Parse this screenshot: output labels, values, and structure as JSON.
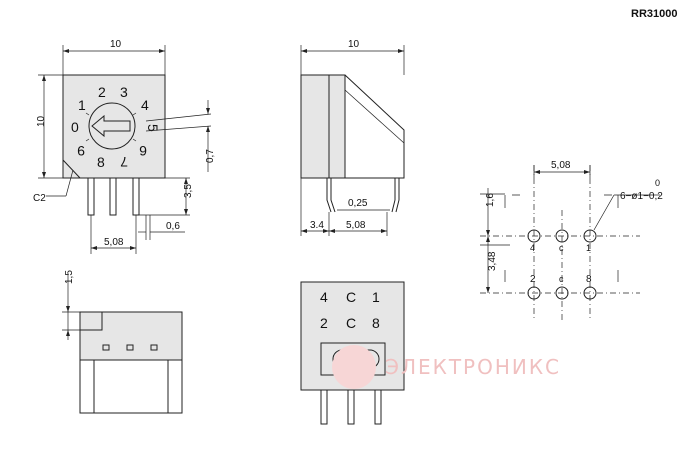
{
  "title": "RR31000",
  "watermark": "ЭЛЕКТРОНИКС",
  "front_view": {
    "width_label": "10",
    "height_label": "10",
    "pitch_label": "5,08",
    "pin_height_label": "3,5",
    "pin_width_label": "0,6",
    "offset_label": "0,7",
    "chamfer_label": "C2",
    "dial_digits": [
      "0",
      "1",
      "2",
      "3",
      "4",
      "5",
      "6",
      "7",
      "8",
      "9"
    ]
  },
  "side_view": {
    "width_label": "10",
    "thickness_label": "0,25",
    "left_label": "3.4",
    "right_label": "5,08"
  },
  "footprint": {
    "pitch_label": "5,08",
    "top_label": "1,6",
    "row_label": "3,48",
    "hole_label": "6−ø1−0,2",
    "hole_tol": "0",
    "top_row": [
      "4",
      "c",
      "1"
    ],
    "bottom_row": [
      "2",
      "c",
      "8"
    ]
  },
  "bottom_face": {
    "row1": [
      "4",
      "C",
      "1"
    ],
    "row2": [
      "2",
      "C",
      "8"
    ]
  },
  "top_view": {
    "height_label": "1,5"
  },
  "colors": {
    "line": "#222222",
    "body_fill": "#e6e6e6",
    "watermark": "#f0c0c0"
  }
}
